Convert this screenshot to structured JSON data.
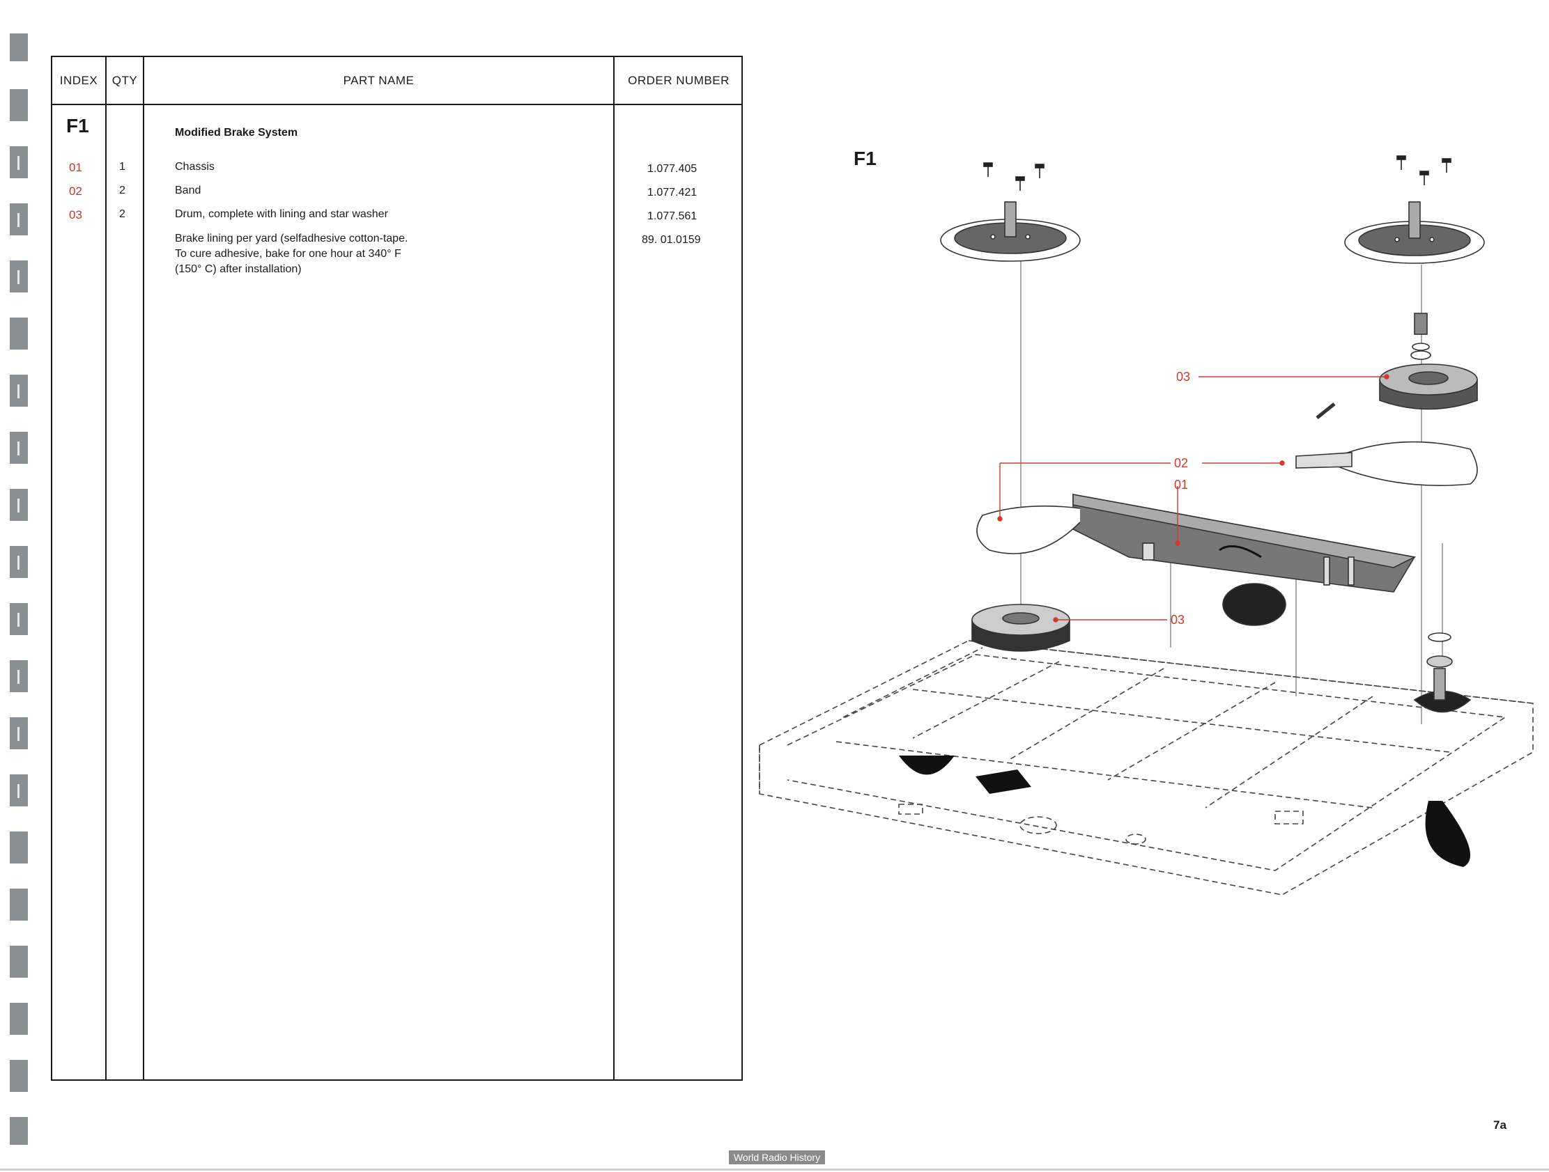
{
  "table": {
    "headers": {
      "index": "INDEX",
      "qty": "QTY",
      "part_name": "PART NAME",
      "order_number": "ORDER NUMBER"
    },
    "group": {
      "code": "F1",
      "title": "Modified Brake System"
    },
    "rows": [
      {
        "index": "01",
        "qty": "1",
        "name": "Chassis",
        "order": "1.077.405"
      },
      {
        "index": "02",
        "qty": "2",
        "name": "Band",
        "order": "1.077.421"
      },
      {
        "index": "03",
        "qty": "2",
        "name": "Drum, complete with lining and star washer",
        "order": "1.077.561"
      }
    ],
    "note": {
      "line1": "Brake lining per yard (selfadhesive cotton-tape.",
      "line2": "To cure adhesive, bake for one hour at 340° F",
      "line3": "(150° C) after installation)",
      "order": "89.  01.0159"
    }
  },
  "diagram": {
    "figure_label": "F1",
    "callouts": {
      "drum_upper": "03",
      "band": "02",
      "chassis": "01",
      "drum_lower": "03"
    },
    "callout_color": "#d0392b"
  },
  "page": {
    "number": "7a",
    "watermark": "World Radio History"
  }
}
